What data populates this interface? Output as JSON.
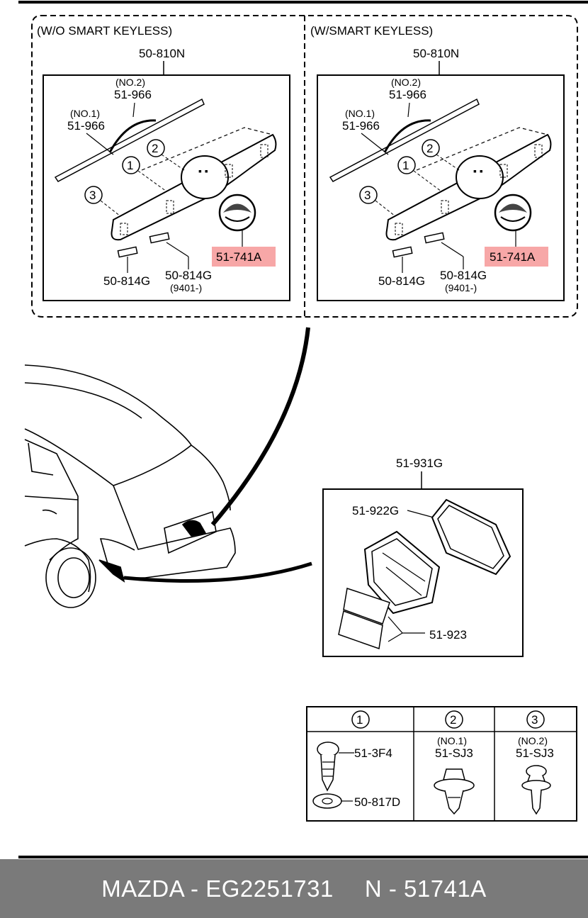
{
  "variants": {
    "left_title": "(W/O SMART KEYLESS)",
    "right_title": "(W/SMART KEYLESS)"
  },
  "parts": {
    "garnish": "50-810N",
    "molding_no2_tag": "(NO.2)",
    "molding_no2": "51-966",
    "molding_no1_tag": "(NO.1)",
    "molding_no1": "51-966",
    "emblem": "51-741A",
    "plug_a": "50-814G",
    "plug_b": "50-814G",
    "plug_b_note": "(9401-)",
    "seal_set": "51-931G",
    "gasket": "51-922G",
    "pad": "51-923",
    "clip": "51-3F4",
    "washer": "50-817D",
    "fastener_no1_tag": "(NO.1)",
    "fastener_no1": "51-SJ3",
    "fastener_no2_tag": "(NO.2)",
    "fastener_no2": "51-SJ3"
  },
  "callouts": [
    "1",
    "2",
    "3"
  ],
  "colors": {
    "highlight": "#f7a7a7",
    "footer_bg": "#7a7a7a",
    "footer_text": "#ffffff"
  },
  "footer": {
    "part_ref": "MAZDA - EG2251731",
    "part_no": "N - 51741A"
  }
}
